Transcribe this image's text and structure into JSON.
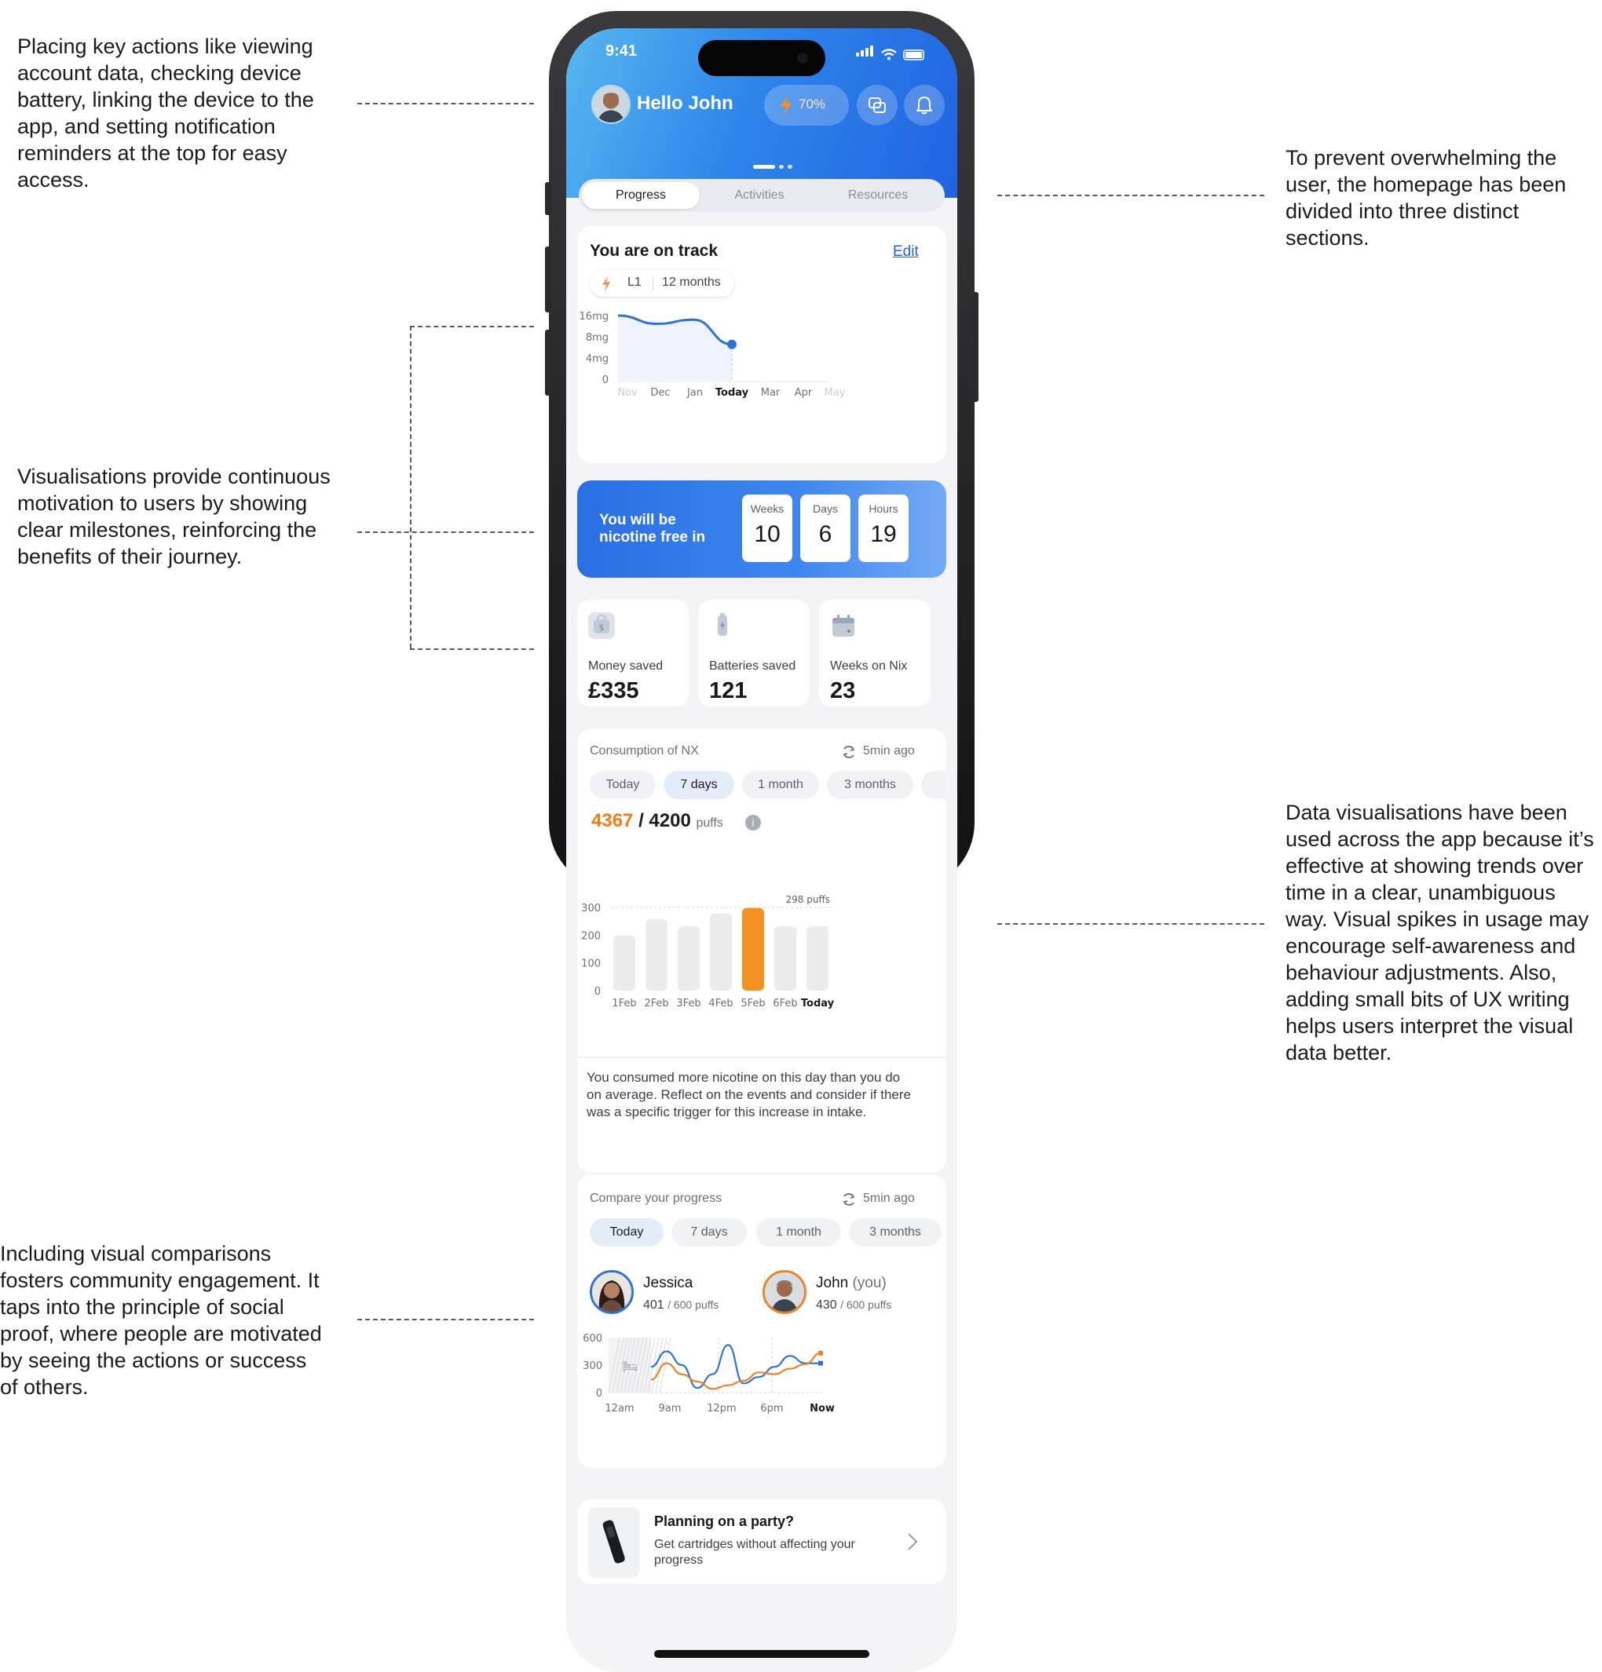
{
  "annotations": {
    "top_actions": "Placing key actions like viewing account data, checking device battery, linking the device to the app, and setting notification reminders at the top for easy access.",
    "sections": "To prevent overwhelming the user, the homepage has been divided into three distinct sections.",
    "visualisations": "Visualisations provide continuous motivation to users by showing clear milestones, reinforcing the benefits of their journey.",
    "data_vis": "Data visualisations have been used across the app because it’s effective at showing trends over time in a clear, unambiguous way. Visual spikes in usage may encourage self-awareness and behaviour adjustments. Also, adding small bits of UX writing helps users interpret the visual data better.",
    "comparisons": "Including visual comparisons fosters community engagement. It taps into the principle of social proof, where people are motivated by seeing the actions or success of others."
  },
  "status_bar": {
    "time": "9:41"
  },
  "header": {
    "greeting": "Hello John",
    "battery": "70%"
  },
  "tabs": [
    "Progress",
    "Activities",
    "Resources"
  ],
  "track": {
    "title": "You are on track",
    "edit": "Edit",
    "level": "L1",
    "duration": "12 months"
  },
  "chart_data": [
    {
      "type": "line",
      "x": [
        "Nov",
        "Dec",
        "Jan",
        "Today",
        "Mar",
        "Apr",
        "May"
      ],
      "y_ticks": [
        "16mg",
        "8mg",
        "4mg",
        "0"
      ],
      "series": [
        {
          "values": [
            16,
            14,
            15,
            9
          ]
        }
      ]
    },
    {
      "type": "bar",
      "categories": [
        "1Feb",
        "2Feb",
        "3Feb",
        "4Feb",
        "5Feb",
        "6Feb",
        "Today"
      ],
      "values": [
        200,
        258,
        232,
        278,
        298,
        232,
        232
      ],
      "y_ticks": [
        "300",
        "200",
        "100",
        "0"
      ],
      "ylim": [
        0,
        300
      ],
      "highlight": "5Feb",
      "highlight_label": "298 puffs",
      "highlight_color": "#f39223"
    },
    {
      "type": "line",
      "x": [
        "12am",
        "9am",
        "12pm",
        "6pm",
        "Now"
      ],
      "y_ticks": [
        "600",
        "300",
        "0"
      ],
      "ylim": [
        0,
        600
      ],
      "series": [
        {
          "color": "#2f72d6",
          "values": [
            280,
            450,
            300,
            50,
            200,
            520,
            100,
            170,
            280,
            400,
            320,
            320
          ]
        },
        {
          "color": "#e9822b",
          "values": [
            140,
            320,
            200,
            120,
            40,
            80,
            130,
            220,
            200,
            260,
            310,
            430
          ]
        }
      ]
    }
  ],
  "nicotine_free": {
    "label": "You will be nicotine free in",
    "weeks_label": "Weeks",
    "weeks": "10",
    "days_label": "Days",
    "days": "6",
    "hours_label": "Hours",
    "hours": "19"
  },
  "stats": [
    {
      "label": "Money saved",
      "value": "£335"
    },
    {
      "label": "Batteries saved",
      "value": "121"
    },
    {
      "label": "Weeks on Nix",
      "value": "23"
    }
  ],
  "consumption": {
    "title": "Consumption of NX",
    "updated": "5min ago",
    "ranges": [
      "Today",
      "7 days",
      "1 month",
      "3 months"
    ],
    "current": "4367",
    "target": "/ 4200",
    "unit": "puffs",
    "message": "You consumed more nicotine on this day than you do on average. Reflect on the events and consider if there was a specific trigger for this increase in intake."
  },
  "compare": {
    "title": "Compare your progress",
    "updated": "5min ago",
    "ranges": [
      "Today",
      "7 days",
      "1 month",
      "3 months"
    ],
    "person1": {
      "name": "Jessica",
      "value": "401",
      "limit": "/ 600 puffs"
    },
    "person2": {
      "name": "John",
      "you": "(you)",
      "value": "430",
      "limit": "/ 600 puffs"
    }
  },
  "promo": {
    "title": "Planning on a party?",
    "text": "Get cartridges without affecting your progress"
  },
  "colors": {
    "accent": "#2f86ea",
    "orange": "#f39223",
    "background": "#f4f4f6"
  }
}
